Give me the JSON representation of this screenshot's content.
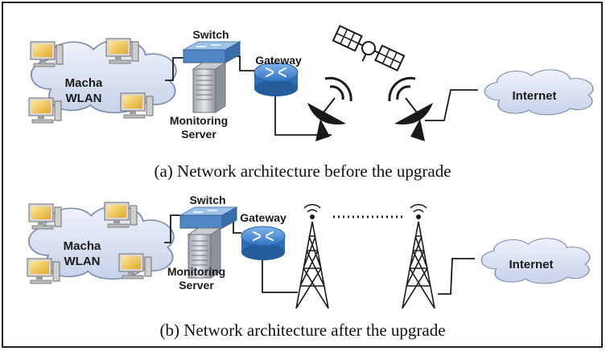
{
  "panel_a": {
    "wlan_line1": "Macha",
    "wlan_line2": "WLAN",
    "switch": "Switch",
    "gateway": "Gateway",
    "server_line1": "Monitoring",
    "server_line2": "Server",
    "internet": "Internet",
    "caption": "(a) Network architecture before the upgrade"
  },
  "panel_b": {
    "wlan_line1": "Macha",
    "wlan_line2": "WLAN",
    "switch": "Switch",
    "gateway": "Gateway",
    "server_line1": "Monitoring",
    "server_line2": "Server",
    "internet": "Internet",
    "caption": "(b) Network architecture after the upgrade"
  },
  "icons": [
    "computer-icon",
    "network-switch-icon",
    "server-icon",
    "router-icon",
    "satellite-dish-icon",
    "satellite-icon",
    "radio-tower-icon",
    "cloud-icon"
  ],
  "colors": {
    "cloud_fill": "#d9e1f2",
    "cloud_stroke": "#7f8fb0",
    "router": "#4a8fd4",
    "monitor": "#f0c24a",
    "line": "#1a1a1a"
  }
}
